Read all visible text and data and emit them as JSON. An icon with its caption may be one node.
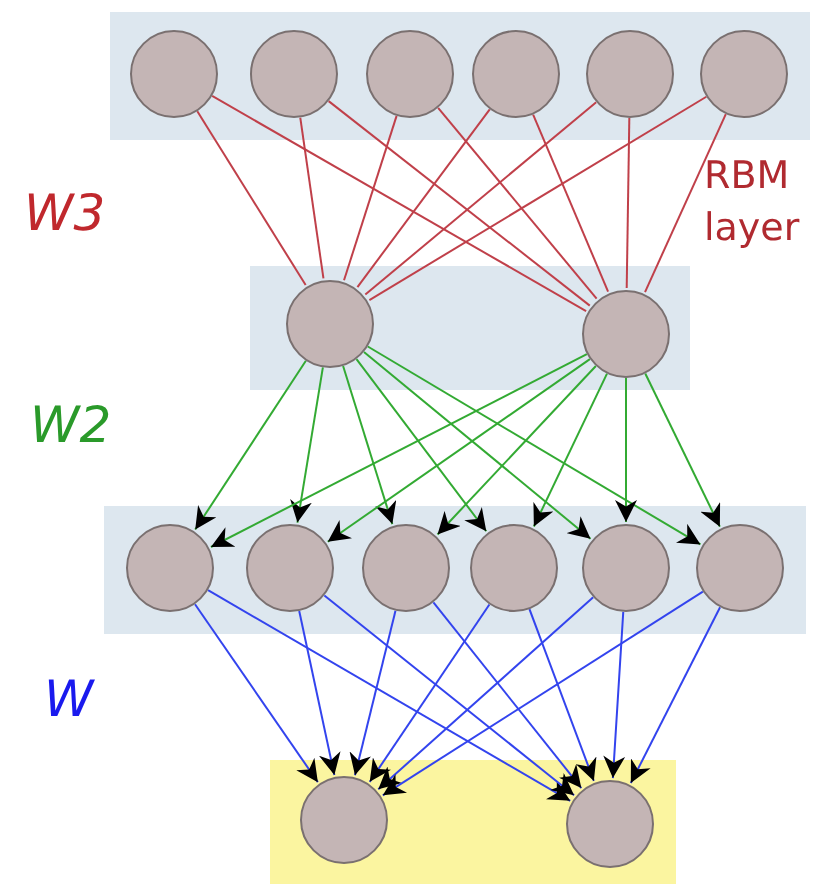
{
  "diagram": {
    "nodes": [
      {
        "text": [],
        "shape": "box"
      },
      {
        "text": [],
        "shape": "circle",
        "in": 0
      },
      {
        "text": [],
        "shape": "circle",
        "in": 0
      },
      {
        "text": [],
        "shape": "circle",
        "in": 0
      },
      {
        "text": [],
        "shape": "circle",
        "in": 0
      },
      {
        "text": [],
        "shape": "circle",
        "in": 0
      },
      {
        "text": [],
        "shape": "circle",
        "in": 0
      },
      {
        "text": [],
        "shape": "box"
      },
      {
        "text": [],
        "shape": "circle",
        "in": 7
      },
      {
        "text": [],
        "shape": "circle",
        "in": 7
      },
      {
        "text": [],
        "shape": "box"
      },
      {
        "text": [],
        "shape": "circle",
        "in": 10
      },
      {
        "text": [],
        "shape": "circle",
        "in": 10
      },
      {
        "text": [],
        "shape": "circle",
        "in": 10
      },
      {
        "text": [],
        "shape": "circle",
        "in": 10
      },
      {
        "text": [],
        "shape": "circle",
        "in": 10
      },
      {
        "text": [],
        "shape": "circle",
        "in": 10
      },
      {
        "text": [],
        "shape": "box"
      },
      {
        "text": [],
        "shape": "circle",
        "in": 17
      },
      {
        "text": [],
        "shape": "circle",
        "in": 17
      }
    ],
    "edges": [
      {
        "from": 1,
        "to": 8,
        "arrow": "none",
        "color": "#c0404a"
      },
      {
        "from": 1,
        "to": 9,
        "arrow": "none",
        "color": "#c0404a"
      },
      {
        "from": 2,
        "to": 8,
        "arrow": "none",
        "color": "#c0404a"
      },
      {
        "from": 2,
        "to": 9,
        "arrow": "none",
        "color": "#c0404a"
      },
      {
        "from": 3,
        "to": 8,
        "arrow": "none",
        "color": "#c0404a"
      },
      {
        "from": 3,
        "to": 9,
        "arrow": "none",
        "color": "#c0404a"
      },
      {
        "from": 4,
        "to": 8,
        "arrow": "none",
        "color": "#c0404a"
      },
      {
        "from": 4,
        "to": 9,
        "arrow": "none",
        "color": "#c0404a"
      },
      {
        "from": 5,
        "to": 8,
        "arrow": "none",
        "color": "#c0404a"
      },
      {
        "from": 5,
        "to": 9,
        "arrow": "none",
        "color": "#c0404a"
      },
      {
        "from": 6,
        "to": 8,
        "arrow": "none",
        "color": "#c0404a"
      },
      {
        "from": 6,
        "to": 9,
        "arrow": "none",
        "color": "#c0404a"
      },
      {
        "from": 8,
        "to": 11,
        "arrow": "to",
        "color": "#33aa33"
      },
      {
        "from": 8,
        "to": 12,
        "arrow": "to",
        "color": "#33aa33"
      },
      {
        "from": 8,
        "to": 13,
        "arrow": "to",
        "color": "#33aa33"
      },
      {
        "from": 8,
        "to": 14,
        "arrow": "to",
        "color": "#33aa33"
      },
      {
        "from": 8,
        "to": 15,
        "arrow": "to",
        "color": "#33aa33"
      },
      {
        "from": 8,
        "to": 16,
        "arrow": "to",
        "color": "#33aa33"
      },
      {
        "from": 9,
        "to": 11,
        "arrow": "to",
        "color": "#33aa33"
      },
      {
        "from": 9,
        "to": 12,
        "arrow": "to",
        "color": "#33aa33"
      },
      {
        "from": 9,
        "to": 13,
        "arrow": "to",
        "color": "#33aa33"
      },
      {
        "from": 9,
        "to": 14,
        "arrow": "to",
        "color": "#33aa33"
      },
      {
        "from": 9,
        "to": 15,
        "arrow": "to",
        "color": "#33aa33"
      },
      {
        "from": 9,
        "to": 16,
        "arrow": "to",
        "color": "#33aa33"
      },
      {
        "from": 11,
        "to": 18,
        "arrow": "to",
        "color": "#3344ee"
      },
      {
        "from": 11,
        "to": 19,
        "arrow": "to",
        "color": "#3344ee"
      },
      {
        "from": 12,
        "to": 18,
        "arrow": "to",
        "color": "#3344ee"
      },
      {
        "from": 12,
        "to": 19,
        "arrow": "to",
        "color": "#3344ee"
      },
      {
        "from": 13,
        "to": 18,
        "arrow": "to",
        "color": "#3344ee"
      },
      {
        "from": 13,
        "to": 19,
        "arrow": "to",
        "color": "#3344ee"
      },
      {
        "from": 14,
        "to": 18,
        "arrow": "to",
        "color": "#3344ee"
      },
      {
        "from": 14,
        "to": 19,
        "arrow": "to",
        "color": "#3344ee"
      },
      {
        "from": 15,
        "to": 18,
        "arrow": "to",
        "color": "#3344ee"
      },
      {
        "from": 15,
        "to": 19,
        "arrow": "to",
        "color": "#3344ee"
      },
      {
        "from": 16,
        "to": 18,
        "arrow": "to",
        "color": "#3344ee"
      },
      {
        "from": 16,
        "to": 19,
        "arrow": "to",
        "color": "#3344ee"
      }
    ],
    "labels": [
      "RBM layer",
      "W3",
      "W2",
      "W"
    ]
  }
}
